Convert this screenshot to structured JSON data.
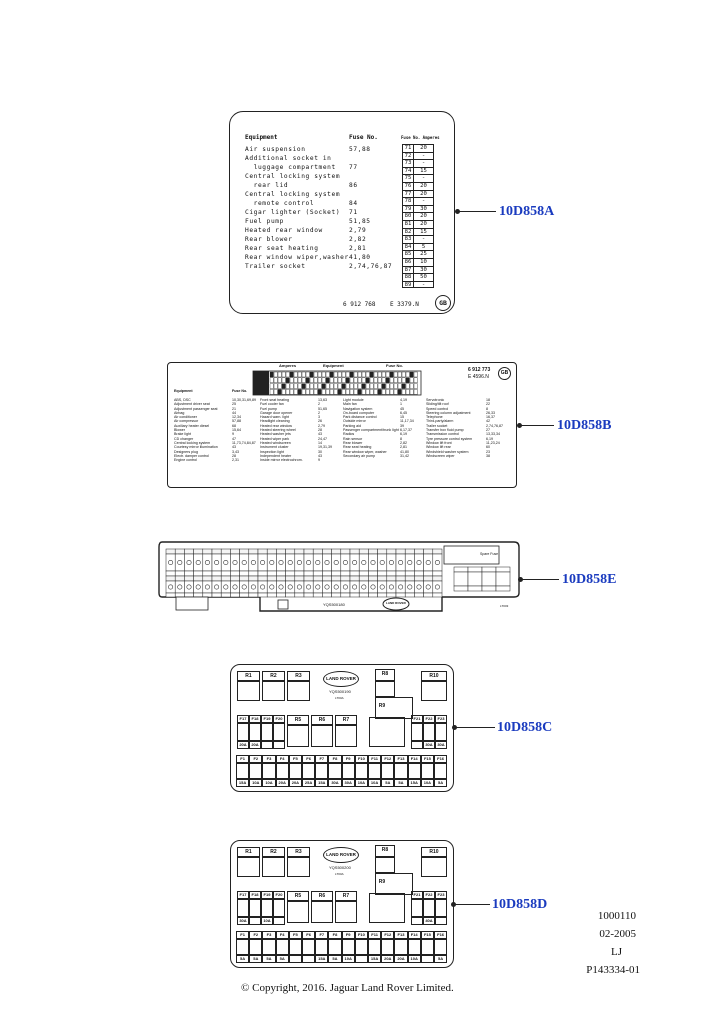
{
  "labelA": {
    "headers": {
      "equipment": "Equipment",
      "fuse_no": "Fuse No.",
      "fuse_no_amperes": "Fuse No. Amperes"
    },
    "equipment": [
      "Air suspension",
      "Additional socket in",
      "  luggage compartment",
      "Central locking system",
      "  rear lid",
      "Central locking system",
      "  remote control",
      "Cigar lighter (Socket)",
      "Fuel pump",
      "Heated rear window",
      "Rear blower",
      "Rear seat heating",
      "Rear window wiper,washer",
      "Trailer socket"
    ],
    "fuse_numbers": [
      "57,88",
      "",
      "77",
      "",
      "86",
      "",
      "84",
      "71",
      "51,85",
      "2,79",
      "2,82",
      "2,81",
      "41,80",
      "2,74,76,87"
    ],
    "fuse_table": [
      [
        "71",
        "20"
      ],
      [
        "72",
        "-"
      ],
      [
        "73",
        "-"
      ],
      [
        "74",
        "15"
      ],
      [
        "75",
        "-"
      ],
      [
        "76",
        "20"
      ],
      [
        "77",
        "20"
      ],
      [
        "78",
        "-"
      ],
      [
        "79",
        "30"
      ],
      [
        "80",
        "20"
      ],
      [
        "81",
        "20"
      ],
      [
        "82",
        "15"
      ],
      [
        "83",
        "-"
      ],
      [
        "84",
        "5"
      ],
      [
        "85",
        "25"
      ],
      [
        "86",
        "10"
      ],
      [
        "87",
        "30"
      ],
      [
        "88",
        "50"
      ],
      [
        "89",
        "-"
      ]
    ],
    "part_number": "6 912 768    E 3379.N",
    "badge": "GB",
    "callout": "10D858A"
  },
  "labelB": {
    "part_number": "6 912 773",
    "sub_number": "E 4596.N",
    "badge": "GB",
    "header_left": "Equipment",
    "header_fuse": "Fuse No.",
    "col1": "ABS, DSC\nAdjustment driver seat\nAdjustment passenger seat\nAirbag\nAir conditioner\nAir compressor\nAuxiliary heater diesel\nBlower\nBrake light\nCD changer\nCentral locking system\nCourtesy mirror illumination\nDesigners plug\nElectr. damper control\nEngine control",
    "col2": "10,30,31,69,89\n25\n21\n44\n12,34\n57,88\n68\n15,64\n9\n47\n11,73,74,84,87\n43\n3,43\n28\n2,31",
    "col3": "Front seat heating\nFuel cooler fan\nFuel pump\nGarage door opener\nHazard warn. light\nHeadlight cleaning\nHeated rear window\nHeated steering wheel\nHeated washer jets\nHeated wiper park\nHeated windscreen\nInstrument cluster\nInspection light\nIndependent heater\nInside mirror electrochrom.",
    "col4": "13,63\n2\n51,65\n2\n3\n26\n2,79\n28\n43\n24,47\n14\n19,31,39\n30\n43\n9",
    "col5": "Light module\nMain fan\nNavigation system\nOn-board computer\nPark distance control\nOutside mirror\nParking aid\nPassenger compartment/trunk light\nRadios\nRain sensor\nRear blower\nRear seat heating\nRear window wiper, washer\nSecondary air pump",
    "col6": "4,19\n1\n45\n6,45\n15\n11,17,34\n39\n6,17,37\n6,19\n8\n2,82\n2,81\n41,80\n31,42",
    "col7": "Servotronic\nSliding/tilt roof\nSpeed control\nSteering column adjustment\nTelephone\nThird-party/alarm\nTrailer socket\nTransfer box fluid pump\nTransmission control\nTyre pressure control system\nWindow lift front\nWindow lift rear\nWindshield washer system\nWindscreen wiper",
    "col8": "18\n22\n8\n26,33\n16,37\n42\n2,74,76,87\n27\n13,33,34\n6,19\n11,23,24\n60\n23\n38",
    "grid_labels": [
      "Amperes",
      "Equipment",
      "Fuse No."
    ],
    "callout": "10D858B"
  },
  "labelE": {
    "part_number": "YQS500180",
    "spare_label": "Spare Fuse",
    "brand": "LAND ROVER",
    "code": "LT003",
    "callout": "10D858E"
  },
  "labelC": {
    "relays_top": [
      "R1",
      "R2",
      "R3",
      "R5",
      "R6",
      "R7",
      "R8",
      "R9",
      "R10"
    ],
    "part_number": "YQS500190",
    "code": "LT00A",
    "brand": "LAND ROVER",
    "fuse_top_left": [
      "F17",
      "F18",
      "F19",
      "F20"
    ],
    "fuse_top_right": [
      "F21",
      "F22",
      "F23"
    ],
    "amps_top_left": [
      "20A",
      "20A",
      "",
      ""
    ],
    "amps_top_right": [
      "",
      "30A",
      "30A"
    ],
    "fuses_bottom": [
      "F1",
      "F2",
      "F3",
      "F4",
      "F5",
      "F6",
      "F7",
      "F8",
      "F9",
      "F10",
      "F11",
      "F12",
      "F13",
      "F14",
      "F15",
      "F16"
    ],
    "amps_bottom": [
      "15A",
      "10A",
      "10A",
      "20A",
      "20A",
      "25A",
      "15A",
      "30A",
      "30A",
      "10A",
      "10A",
      "5A",
      "5A",
      "15A",
      "10A",
      "5A"
    ],
    "callout": "10D858C"
  },
  "labelD": {
    "relays_top": [
      "R1",
      "R2",
      "R3",
      "R5",
      "R6",
      "R7",
      "R8",
      "R9",
      "R10"
    ],
    "part_number": "YQS500200",
    "code": "LT00A",
    "brand": "LAND ROVER",
    "fuse_top_left": [
      "F17",
      "F18",
      "F19",
      "F20"
    ],
    "fuse_top_right": [
      "F21",
      "F22",
      "F23"
    ],
    "amps_top_left": [
      "30A",
      "",
      "10A",
      ""
    ],
    "amps_top_right": [
      "",
      "40A",
      ""
    ],
    "fuses_bottom": [
      "F1",
      "F2",
      "F3",
      "F4",
      "F5",
      "F6",
      "F7",
      "F8",
      "F9",
      "F10",
      "F11",
      "F12",
      "F13",
      "F14",
      "F15",
      "F16"
    ],
    "amps_bottom": [
      "5A",
      "5A",
      "5A",
      "5A",
      "",
      "",
      "15A",
      "5A",
      "10A",
      "",
      "15A",
      "20A",
      "20A",
      "10A",
      "",
      "5A"
    ],
    "callout": "10D858D"
  },
  "meta": {
    "line1": "1000110",
    "line2": "02-2005",
    "line3": "LJ",
    "line4": "P143334-01"
  },
  "copyright": "© Copyright, 2016. Jaguar Land Rover Limited."
}
